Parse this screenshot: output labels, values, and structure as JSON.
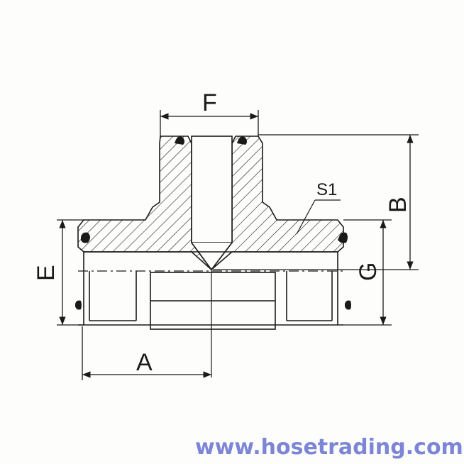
{
  "labels": {
    "F": "F",
    "B": "B",
    "S1": "S1",
    "E": "E",
    "G": "G",
    "A": "A"
  },
  "watermark": "www.hosetrading.com",
  "colors": {
    "line": "#1a1a1a",
    "watermark": "#7d86d6",
    "background": "#fdfdfb"
  }
}
